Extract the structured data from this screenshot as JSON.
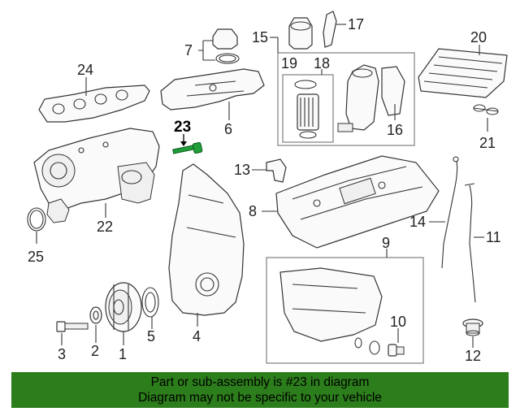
{
  "diagram": {
    "highlighted_part": "23",
    "callouts": [
      {
        "id": "c1",
        "label": "1"
      },
      {
        "id": "c2",
        "label": "2"
      },
      {
        "id": "c3",
        "label": "3"
      },
      {
        "id": "c4",
        "label": "4"
      },
      {
        "id": "c5",
        "label": "5"
      },
      {
        "id": "c6",
        "label": "6"
      },
      {
        "id": "c7",
        "label": "7"
      },
      {
        "id": "c8",
        "label": "8"
      },
      {
        "id": "c9",
        "label": "9"
      },
      {
        "id": "c10",
        "label": "10"
      },
      {
        "id": "c11",
        "label": "11"
      },
      {
        "id": "c12",
        "label": "12"
      },
      {
        "id": "c13",
        "label": "13"
      },
      {
        "id": "c14",
        "label": "14"
      },
      {
        "id": "c15",
        "label": "15"
      },
      {
        "id": "c16",
        "label": "16"
      },
      {
        "id": "c17",
        "label": "17"
      },
      {
        "id": "c18",
        "label": "18"
      },
      {
        "id": "c19",
        "label": "19"
      },
      {
        "id": "c20",
        "label": "20"
      },
      {
        "id": "c21",
        "label": "21"
      },
      {
        "id": "c22",
        "label": "22"
      },
      {
        "id": "c23",
        "label": "23"
      },
      {
        "id": "c24",
        "label": "24"
      },
      {
        "id": "c25",
        "label": "25"
      }
    ],
    "highlight_color": "#1f9e3a"
  },
  "banner": {
    "line1": "Part or sub-assembly is #23 in diagram",
    "line2": "Diagram may not be specific to your vehicle",
    "background": "#2c7d1b"
  }
}
